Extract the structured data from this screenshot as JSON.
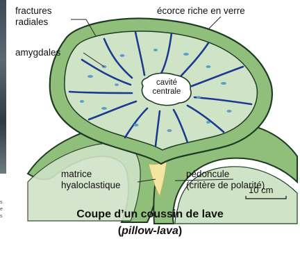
{
  "labels": {
    "fractures": "fractures\nradiales",
    "ecorce": "écorce riche en verre",
    "amygdales": "amygdales",
    "cavite": "cavité\ncentrale",
    "matrice": "matrice\nhyaloclastique",
    "pedoncule": "pédoncule\n(critère de polarité)",
    "scale": "10 cm"
  },
  "caption": {
    "line1": "Coupe d’un coussin de lave",
    "line2_open": "(",
    "line2_italic": "pillow-lava",
    "line2_close": ")"
  },
  "side_text": [
    "s",
    "e",
    "s"
  ],
  "colors": {
    "rind": "#8fbf7a",
    "core": "#cfe3c7",
    "outline": "#1f3a22",
    "fracture": "#1b3a8f",
    "amygdale": "#5aa0c8",
    "matrix": "#f3e6a0"
  }
}
